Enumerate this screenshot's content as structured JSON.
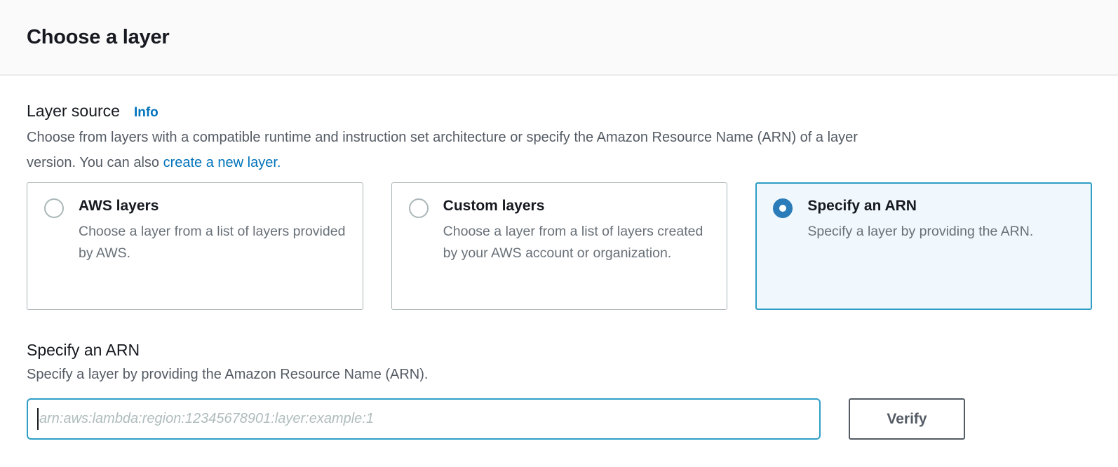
{
  "header": {
    "title": "Choose a layer"
  },
  "layer_source": {
    "label": "Layer source",
    "info_link": "Info",
    "description_line1": "Choose from layers with a compatible runtime and instruction set architecture or specify the Amazon Resource Name (ARN) of a layer",
    "description_line2_prefix": "version. You can also ",
    "create_layer_link": "create a new layer."
  },
  "layer_options": [
    {
      "title": "AWS layers",
      "description": "Choose a layer from a list of layers provided by AWS.",
      "selected": false
    },
    {
      "title": "Custom layers",
      "description": "Choose a layer from a list of layers created by your AWS account or organization.",
      "selected": false
    },
    {
      "title": "Specify an ARN",
      "description": "Specify a layer by providing the ARN.",
      "selected": true
    }
  ],
  "arn_section": {
    "title": "Specify an ARN",
    "description": "Specify a layer by providing the Amazon Resource Name (ARN).",
    "input_value": "",
    "input_placeholder": "arn:aws:lambda:region:12345678901:layer:example:1",
    "verify_button": "Verify"
  },
  "colors": {
    "link_blue": "#0073bb",
    "radio_selected_blue": "#2b7cb9",
    "selected_card_border": "#2e9ec6",
    "selected_card_background": "#f0f8fd",
    "header_background": "#fafafa",
    "divider": "#eaeded",
    "text_primary": "#16191f",
    "text_secondary": "#545b64",
    "button_border": "#545b64"
  }
}
